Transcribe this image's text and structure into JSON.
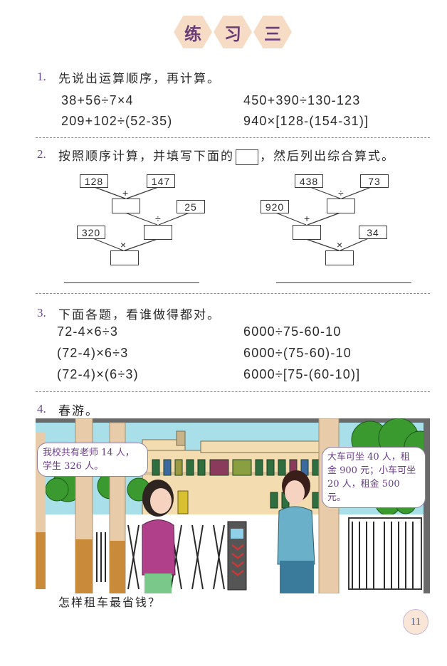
{
  "title": {
    "chars": [
      "练",
      "习",
      "三"
    ]
  },
  "q1": {
    "number": "1.",
    "prompt": "先说出运算顺序，再计算。",
    "expressions": [
      "38+56÷7×4",
      "450+390÷130-123",
      "209+102÷(52-35)",
      "940×[128-(154-31)]"
    ]
  },
  "q2": {
    "number": "2.",
    "prompt_before": "按照顺序计算，并填写下面的",
    "prompt_after": "，然后列出综合算式。",
    "diagram_left": {
      "top_left": "128",
      "top_right": "147",
      "op1": "+",
      "mid_right": "25",
      "op2": "÷",
      "bottom_left": "320",
      "op3": "×"
    },
    "diagram_right": {
      "top_left": "438",
      "top_right": "73",
      "op1": "÷",
      "mid_left": "920",
      "op2": "+",
      "bottom_right": "34",
      "op3": "×"
    }
  },
  "q3": {
    "number": "3.",
    "prompt": "下面各题，看谁做得都对。",
    "expressions": [
      "72-4×6÷3",
      "6000÷75-60-10",
      "(72-4)×6÷3",
      "6000÷(75-60)-10",
      "(72-4)×(6÷3)",
      "6000÷[75-(60-10)]"
    ]
  },
  "q4": {
    "number": "4.",
    "title": "春游。",
    "bubble_left": [
      "我校共有老师 14 人，",
      "学生 326 人。"
    ],
    "bubble_right": [
      "大车可坐 40 人，租",
      "金 900 元；小车可坐",
      "20 人，租金 500 元。"
    ],
    "question": "怎样租车最省钱？"
  },
  "page_number": "11",
  "colors": {
    "accent_purple": "#6b4c8a",
    "hex_fill": "#f6dcc5",
    "sky": "#a8dfe8",
    "building": "#f2dcb0"
  }
}
